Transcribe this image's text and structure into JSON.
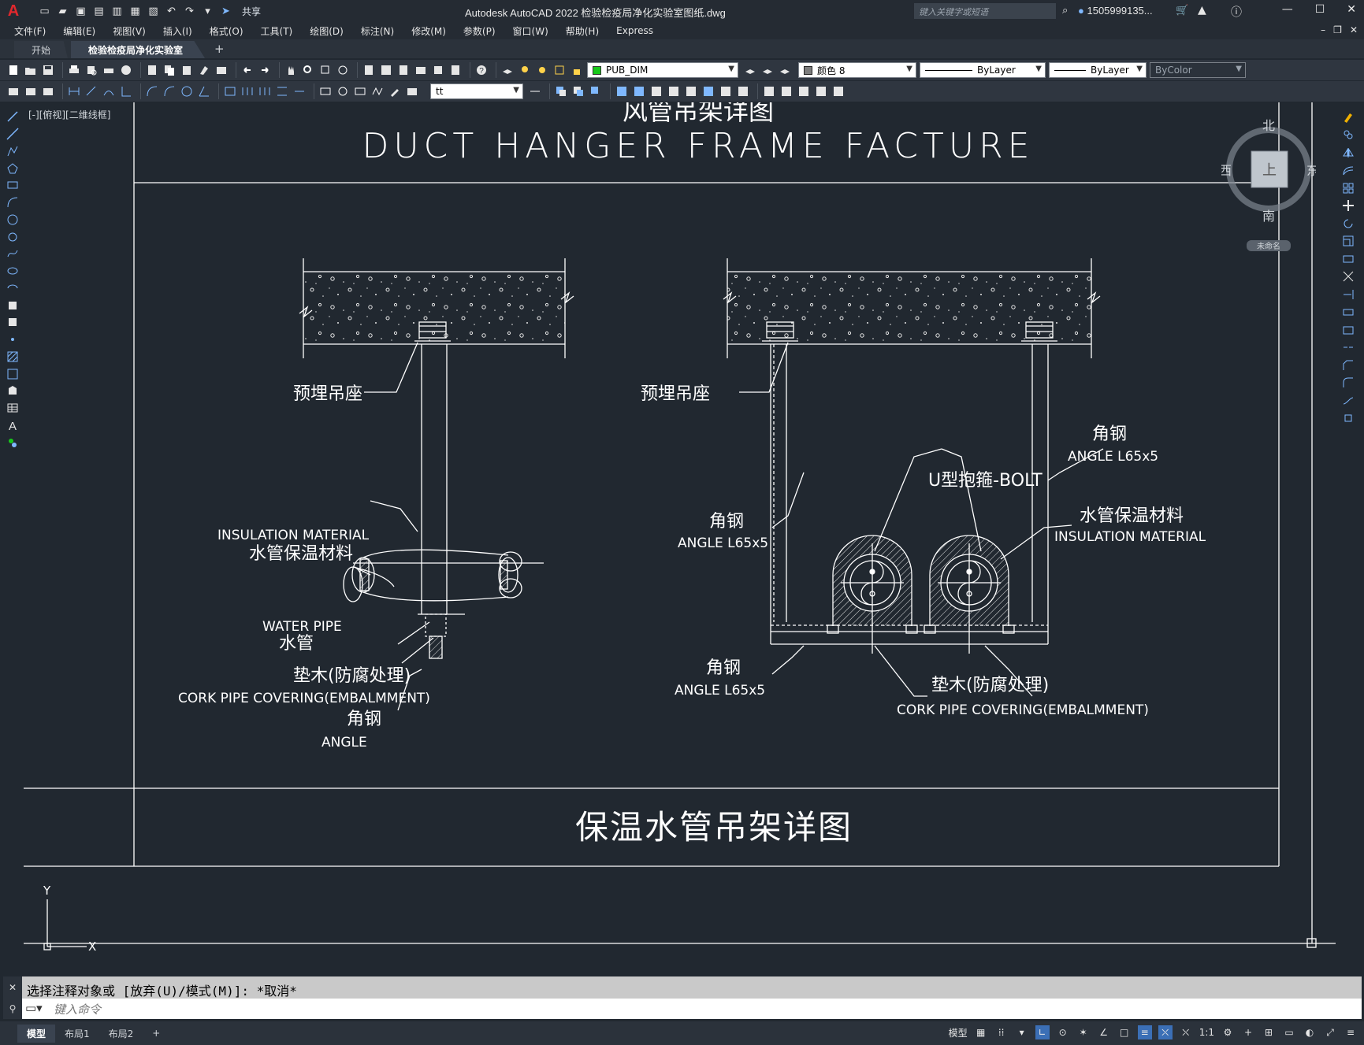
{
  "app": {
    "title": "Autodesk AutoCAD 2022    检验检疫局净化实验室图纸.dwg",
    "search_placeholder": "键入关键字或短语",
    "user": "1505999135...",
    "share_label": "共享"
  },
  "menu": [
    "文件(F)",
    "编辑(E)",
    "视图(V)",
    "插入(I)",
    "格式(O)",
    "工具(T)",
    "绘图(D)",
    "标注(N)",
    "修改(M)",
    "参数(P)",
    "窗口(W)",
    "帮助(H)",
    "Express"
  ],
  "doc_tabs": [
    {
      "label": "开始",
      "active": false
    },
    {
      "label": "检验检疫局净化实验室图纸*",
      "active": true
    }
  ],
  "toolbar": {
    "layer_value": "PUB_DIM",
    "color_value": "颜色 8",
    "linetype_value": "ByLayer",
    "lineweight_value": "ByLayer",
    "plotstyle_value": "ByColor",
    "textstyle_value": "tt"
  },
  "viewport_label": "[-][俯视][二维线框]",
  "viewcube": {
    "north": "北",
    "south": "南",
    "east": "东",
    "west": "西",
    "top": "上",
    "ucs": "未命名"
  },
  "drawing": {
    "cut_title": "风管吊架详图",
    "title_en": "DUCT HANGER FRAME FACTURE",
    "bottom_title": "保温水管吊架详图",
    "left": {
      "embed_label": "预埋吊座",
      "insulation_en": "INSULATION MATERIAL",
      "insulation_cn": "水管保温材料",
      "water_pipe_en": "WATER PIPE",
      "water_pipe_cn": "水管",
      "cork_cn": "垫木(防腐处理)",
      "cork_en": "CORK PIPE COVERING(EMBALMMENT)",
      "angle_cn": "角钢",
      "angle_en": "ANGLE"
    },
    "right": {
      "embed_label": "预埋吊座",
      "angle1_cn": "角钢",
      "angle1_en": "ANGLE L65x5",
      "ubolt": "U型抱箍-BOLT",
      "angle2_cn": "角钢",
      "angle2_en": "ANGLE L65x5",
      "insulation_cn": "水管保温材料",
      "insulation_en": "INSULATION MATERIAL",
      "angle3_cn": "角钢",
      "angle3_en": "ANGLE L65x5",
      "cork_cn": "垫木(防腐处理)",
      "cork_en": "CORK PIPE COVERING(EMBALMMENT)"
    },
    "ucs_x": "X",
    "ucs_y": "Y"
  },
  "command": {
    "history": "选择注释对象或 [放弃(U)/模式(M)]: *取消*",
    "placeholder": "键入命令"
  },
  "layout_tabs": [
    {
      "label": "模型",
      "active": true
    },
    {
      "label": "布局1",
      "active": false
    },
    {
      "label": "布局2",
      "active": false
    }
  ],
  "status": {
    "model_label": "模型",
    "scale": "1:1"
  }
}
